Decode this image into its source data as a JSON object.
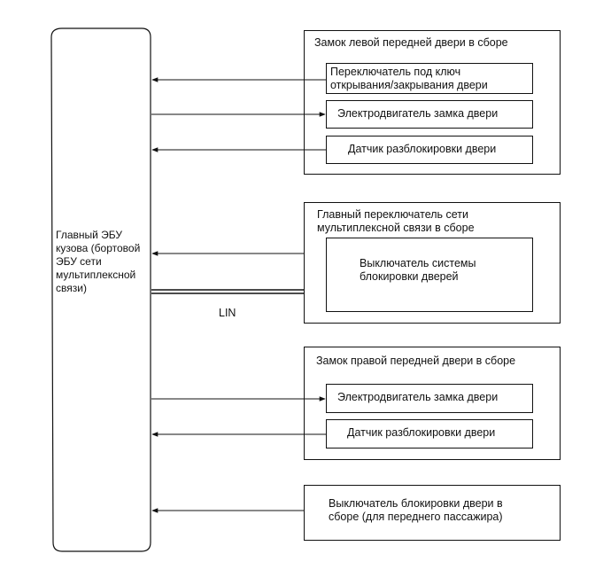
{
  "ecu": {
    "label": "Главный ЭБУ\nкузова (бортовой\nЭБУ сети\nмультиплексной\nсвязи)"
  },
  "left_door_lock": {
    "title": "Замок левой передней двери в сборе",
    "key_switch": "Переключатель под ключ\nоткрывания/закрывания двери",
    "motor": "Электродвигатель замка двери",
    "unlock_sensor": "Датчик разблокировки двери"
  },
  "master_switch": {
    "title": "Главный переключатель сети\nмультиплексной связи в сборе",
    "lock_switch": "Выключатель системы\nблокировки дверей"
  },
  "lin_label": "LIN",
  "right_door_lock": {
    "title": "Замок правой передней двери в сборе",
    "motor": "Электродвигатель замка двери",
    "unlock_sensor": "Датчик разблокировки двери"
  },
  "passenger_lock_switch": {
    "label": "Выключатель блокировки двери в\nсборе (для переднего пассажира)"
  }
}
